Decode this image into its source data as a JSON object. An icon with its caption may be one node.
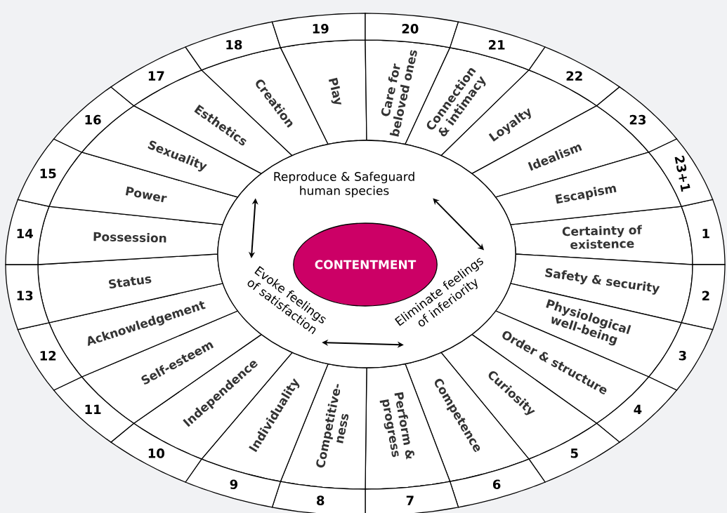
{
  "diagram": {
    "nodes": [
      {
        "text": [],
        "shape": "ellipse"
      },
      {
        "text": [
          "Reproduce & Safeguard human species"
        ],
        "in": 0
      },
      {
        "text": [
          "Evoke feelings of satisfaction"
        ],
        "in": 0
      },
      {
        "text": [
          "Eliminate feelings of inferiority"
        ],
        "in": 0
      },
      {
        "text": [
          "CONTENTMENT"
        ],
        "in": 0
      },
      {
        "text": [
          "Certainty of existence"
        ],
        "beside": [
          "1"
        ]
      },
      {
        "text": [
          "Safety & security"
        ],
        "beside": [
          "2"
        ]
      },
      {
        "text": [
          "Physiological well-being"
        ],
        "beside": [
          "3"
        ]
      },
      {
        "text": [
          "Order & structure"
        ],
        "beside": [
          "4"
        ]
      },
      {
        "text": [
          "Curiosity"
        ],
        "beside": [
          "5"
        ]
      },
      {
        "text": [
          "Competence"
        ],
        "beside": [
          "6"
        ]
      },
      {
        "text": [
          "Perform & progress"
        ],
        "beside": [
          "7"
        ]
      },
      {
        "text": [
          "Competitive-ness"
        ],
        "beside": [
          "8"
        ]
      },
      {
        "text": [
          "Individuality"
        ],
        "beside": [
          "9"
        ]
      },
      {
        "text": [
          "Independence"
        ],
        "beside": [
          "10"
        ]
      },
      {
        "text": [
          "Self-esteem"
        ],
        "beside": [
          "11"
        ]
      },
      {
        "text": [
          "Acknowledgement"
        ],
        "beside": [
          "12"
        ]
      },
      {
        "text": [
          "Status"
        ],
        "beside": [
          "13"
        ]
      },
      {
        "text": [
          "Possession"
        ],
        "beside": [
          "14"
        ]
      },
      {
        "text": [
          "Power"
        ],
        "beside": [
          "15"
        ]
      },
      {
        "text": [
          "Sexuality"
        ],
        "beside": [
          "16"
        ]
      },
      {
        "text": [
          "Esthetics"
        ],
        "beside": [
          "17"
        ]
      },
      {
        "text": [
          "Creation"
        ],
        "beside": [
          "18"
        ]
      },
      {
        "text": [
          "Play"
        ],
        "beside": [
          "19"
        ]
      },
      {
        "text": [
          "Care for beloved ones"
        ],
        "beside": [
          "20"
        ]
      },
      {
        "text": [
          "Connection & intimacy"
        ],
        "beside": [
          "21"
        ]
      },
      {
        "text": [
          "Loyalty"
        ],
        "beside": [
          "22"
        ]
      },
      {
        "text": [
          "Idealism"
        ],
        "beside": [
          "23"
        ]
      },
      {
        "text": [
          "Escapism"
        ],
        "beside": [
          "23+1"
        ]
      }
    ],
    "edges": [
      {
        "from": 1,
        "to": 2,
        "arrow": "both"
      },
      {
        "from": 1,
        "to": 3,
        "arrow": "both"
      },
      {
        "from": 2,
        "to": 3,
        "arrow": "both"
      }
    ]
  }
}
